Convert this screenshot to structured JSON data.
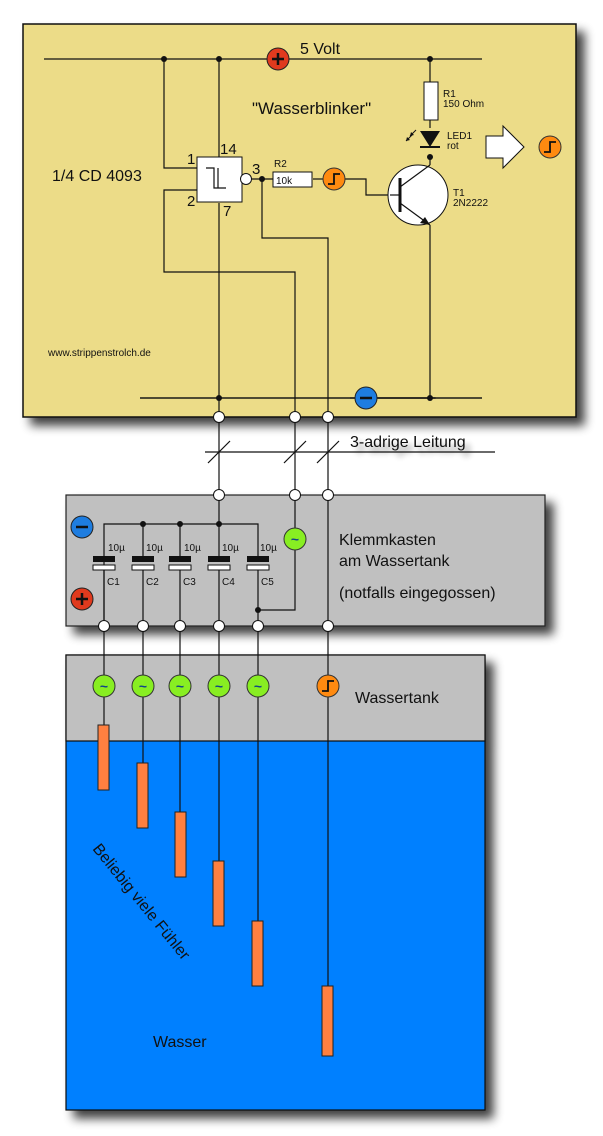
{
  "colors": {
    "board": "#ecdc88",
    "box": "#c0c0c0",
    "tank_air": "#c0c0c0",
    "water": "#0080ff",
    "probe": "#ff8040",
    "plus": "#e03a1e",
    "minus": "#1e7de0",
    "ac": "#88ee22",
    "pulse": "#ff8a10"
  },
  "board": {
    "supply_label": "5 Volt",
    "title": "\"Wasserblinker\"",
    "ic_label": "1/4 CD 4093",
    "pins": {
      "p1": "1",
      "p2": "2",
      "p3": "3",
      "p7": "7",
      "p14": "14"
    },
    "r2": {
      "name": "R2",
      "value": "10k"
    },
    "r1": {
      "name": "R1",
      "value": "150 Ohm"
    },
    "led": {
      "name": "LED1",
      "color": "rot"
    },
    "transistor": {
      "name": "T1",
      "type": "2N2222"
    },
    "website": "www.strippenstrolch.de"
  },
  "cable": {
    "label": "3-adrige Leitung"
  },
  "box": {
    "title_line1": "Klemmkasten",
    "title_line2": "am Wassertank",
    "note": "(notfalls eingegossen)",
    "capacitors": [
      {
        "name": "C1",
        "value": "10µ"
      },
      {
        "name": "C2",
        "value": "10µ"
      },
      {
        "name": "C3",
        "value": "10µ"
      },
      {
        "name": "C4",
        "value": "10µ"
      },
      {
        "name": "C5",
        "value": "10µ"
      }
    ]
  },
  "tank": {
    "label": "Wassertank",
    "water_label": "Wasser",
    "probes_label": "Beliebig viele Fühler"
  },
  "symbols": {
    "plus": "+",
    "minus": "−",
    "ac": "~"
  }
}
